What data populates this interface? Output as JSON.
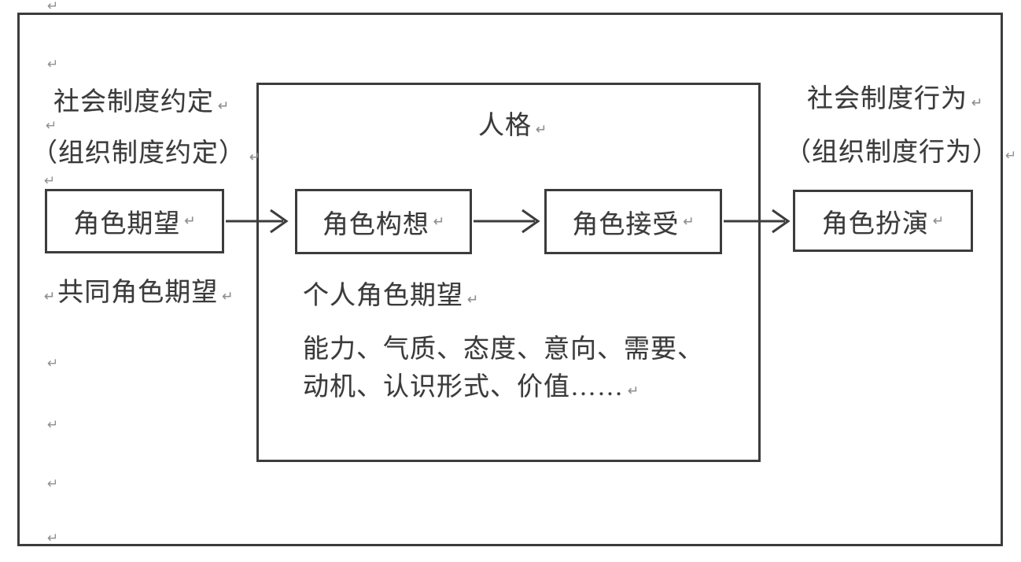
{
  "labels": {
    "top_left_line1": "社会制度约定",
    "top_left_line2": "（组织制度约定）",
    "top_right_line1": "社会制度行为",
    "top_right_line2": "（组织制度行为）",
    "common_role_expectation": "共同角色期望",
    "personality": "人格",
    "personal_role_expectation": "个人角色期望",
    "traits_line1": "能力、气质、态度、意向、需要、",
    "traits_line2": "动机、认识形式、价值……"
  },
  "flow_boxes": [
    {
      "label": "角色期望"
    },
    {
      "label": "角色构想"
    },
    {
      "label": "角色接受"
    },
    {
      "label": "角色扮演"
    }
  ],
  "marks": {
    "glyph": "↵"
  },
  "colors": {
    "line": "#3c3c3c",
    "text": "#3a3a3a",
    "mark": "#8f8f8f",
    "background": "#ffffff"
  }
}
